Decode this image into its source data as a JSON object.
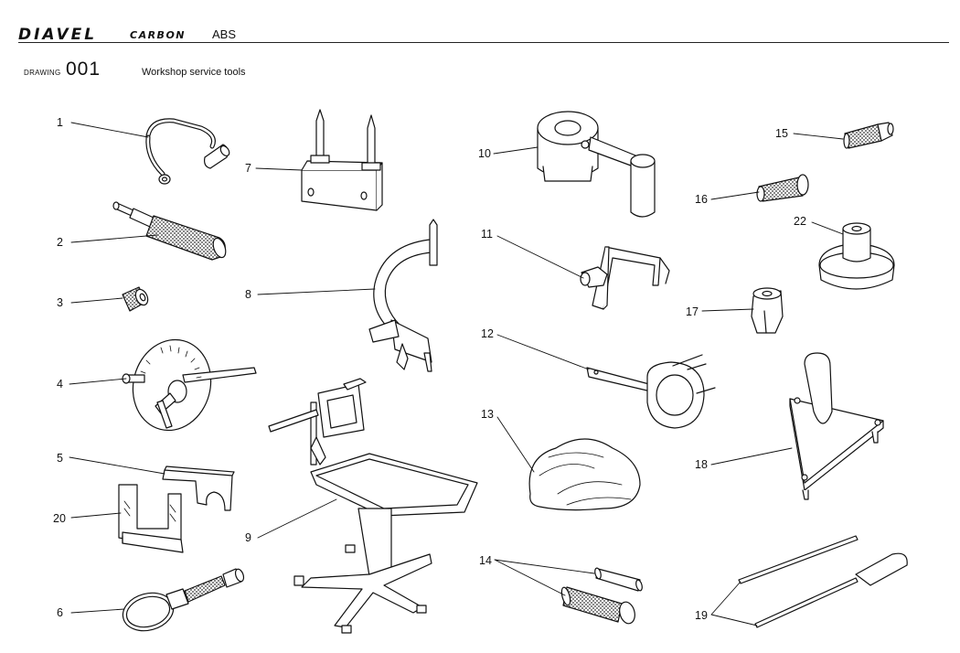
{
  "header": {
    "model": "DIAVEL",
    "version": "CARBON",
    "suffix": "ABS"
  },
  "drawing": {
    "label": "DRAWING",
    "number": "001",
    "title": "Workshop service tools"
  },
  "callouts": [
    "1",
    "2",
    "3",
    "4",
    "5",
    "6",
    "7",
    "8",
    "9",
    "10",
    "11",
    "12",
    "13",
    "14",
    "15",
    "16",
    "17",
    "18",
    "19",
    "20",
    "22"
  ]
}
